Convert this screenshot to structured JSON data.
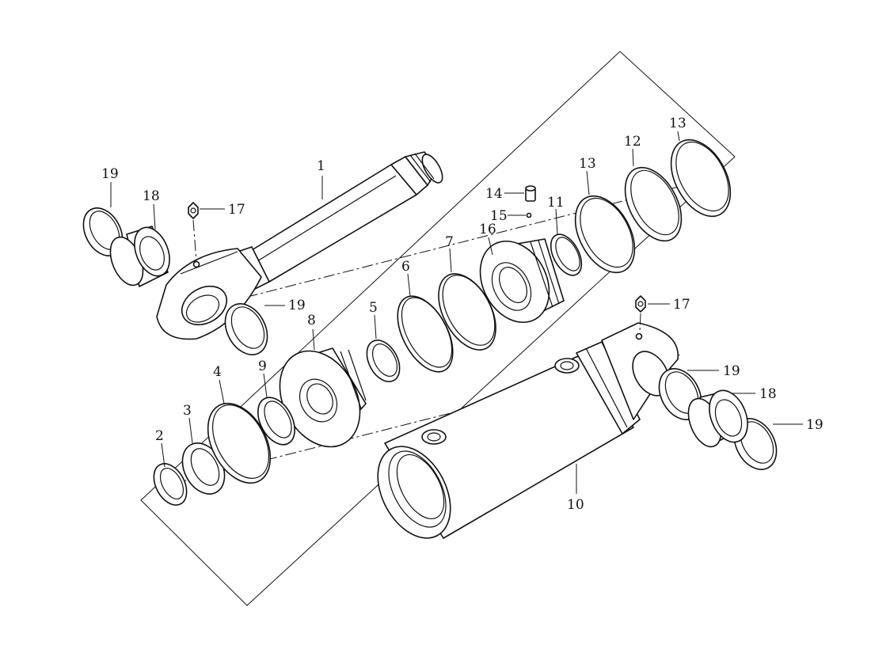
{
  "callouts": [
    {
      "id": "c1",
      "text": "1"
    },
    {
      "id": "c2",
      "text": "2"
    },
    {
      "id": "c3",
      "text": "3"
    },
    {
      "id": "c4",
      "text": "4"
    },
    {
      "id": "c5",
      "text": "5"
    },
    {
      "id": "c6",
      "text": "6"
    },
    {
      "id": "c7",
      "text": "7"
    },
    {
      "id": "c8",
      "text": "8"
    },
    {
      "id": "c9",
      "text": "9"
    },
    {
      "id": "c10",
      "text": "10"
    },
    {
      "id": "c11",
      "text": "11"
    },
    {
      "id": "c12",
      "text": "12"
    },
    {
      "id": "c13a",
      "text": "13"
    },
    {
      "id": "c13b",
      "text": "13"
    },
    {
      "id": "c14",
      "text": "14"
    },
    {
      "id": "c15",
      "text": "15"
    },
    {
      "id": "c16",
      "text": "16"
    },
    {
      "id": "c17a",
      "text": "17"
    },
    {
      "id": "c17b",
      "text": "17"
    },
    {
      "id": "c18a",
      "text": "18"
    },
    {
      "id": "c18b",
      "text": "18"
    },
    {
      "id": "c19a",
      "text": "19"
    },
    {
      "id": "c19b",
      "text": "19"
    },
    {
      "id": "c19c",
      "text": "19"
    },
    {
      "id": "c19d",
      "text": "19"
    }
  ]
}
